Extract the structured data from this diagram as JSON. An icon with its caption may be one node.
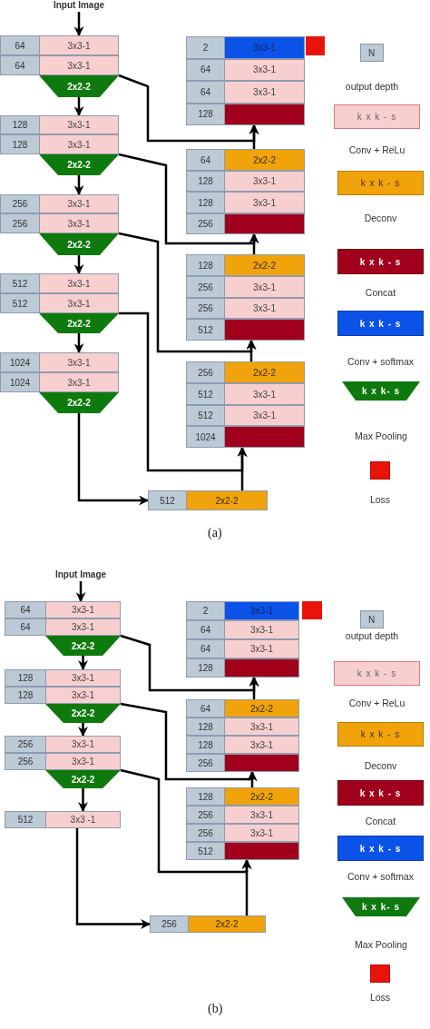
{
  "diagram": {
    "nodes": [
      {
        "text": [
          "Input Image"
        ]
      },
      {
        "text": [
          "64",
          "3x3-1"
        ]
      },
      {
        "text": [
          "64",
          "3x3-1"
        ]
      },
      {
        "text": [
          "2x2-2"
        ]
      },
      {
        "text": [
          "128",
          "3x3-1"
        ]
      },
      {
        "text": [
          "128",
          "3x3-1"
        ]
      },
      {
        "text": [
          "2x2-2"
        ]
      },
      {
        "text": [
          "256",
          "3x3-1"
        ]
      },
      {
        "text": [
          "256",
          "3x3-1"
        ]
      },
      {
        "text": [
          "2x2-2"
        ]
      },
      {
        "text": [
          "512",
          "3x3-1"
        ]
      },
      {
        "text": [
          "512",
          "3x3-1"
        ]
      },
      {
        "text": [
          "2x2-2"
        ]
      },
      {
        "text": [
          "1024",
          "3x3-1"
        ]
      },
      {
        "text": [
          "1024",
          "3x3-1"
        ]
      },
      {
        "text": [
          "2x2-2"
        ]
      },
      {
        "text": [
          "2",
          "3x3-1"
        ]
      },
      {
        "text": [
          "64",
          "3x3-1"
        ]
      },
      {
        "text": [
          "64",
          "3x3-1"
        ]
      },
      {
        "text": [
          "128"
        ]
      },
      {
        "text": [],
        "shape": "box"
      },
      {
        "text": [
          "64",
          "2x2-2"
        ]
      },
      {
        "text": [
          "128",
          "3x3-1"
        ]
      },
      {
        "text": [
          "128",
          "3x3-1"
        ]
      },
      {
        "text": [
          "256"
        ]
      },
      {
        "text": [
          "128",
          "2x2-2"
        ]
      },
      {
        "text": [
          "256",
          "3x3-1"
        ]
      },
      {
        "text": [
          "256",
          "3x3-1"
        ]
      },
      {
        "text": [
          "512"
        ]
      },
      {
        "text": [
          "256",
          "2x2-2"
        ]
      },
      {
        "text": [
          "512",
          "3x3-1"
        ]
      },
      {
        "text": [
          "512",
          "3x3-1"
        ]
      },
      {
        "text": [
          "1024"
        ]
      },
      {
        "text": [
          "512",
          "2x2-2"
        ]
      },
      {
        "text": [
          "Input Image"
        ]
      },
      {
        "text": [
          "64",
          "3x3-1"
        ]
      },
      {
        "text": [
          "64",
          "3x3-1"
        ]
      },
      {
        "text": [
          "2x2-2"
        ]
      },
      {
        "text": [
          "128",
          "3x3-1"
        ]
      },
      {
        "text": [
          "128",
          "3x3-1"
        ]
      },
      {
        "text": [
          "2x2-2"
        ]
      },
      {
        "text": [
          "256",
          "3x3-1"
        ]
      },
      {
        "text": [
          "256",
          "3x3-1"
        ]
      },
      {
        "text": [
          "2x2-2"
        ]
      },
      {
        "text": [
          "512",
          "3x3 -1"
        ]
      },
      {
        "text": [
          "2",
          "3x3-1"
        ]
      },
      {
        "text": [
          "64",
          "3x3-1"
        ]
      },
      {
        "text": [
          "64",
          "3x3-1"
        ]
      },
      {
        "text": [
          "128"
        ]
      },
      {
        "text": [],
        "shape": "box"
      },
      {
        "text": [
          "64",
          "2x2-2"
        ]
      },
      {
        "text": [
          "128",
          "3x3-1"
        ]
      },
      {
        "text": [
          "128",
          "3x3-1"
        ]
      },
      {
        "text": [
          "256"
        ]
      },
      {
        "text": [
          "128",
          "2x2-2"
        ]
      },
      {
        "text": [
          "256",
          "3x3-1"
        ]
      },
      {
        "text": [
          "256",
          "3x3-1"
        ]
      },
      {
        "text": [
          "512"
        ]
      },
      {
        "text": [
          "256",
          "2x2-2"
        ]
      }
    ],
    "edges": [
      {
        "from": 0,
        "to": 1,
        "arrow": "to"
      },
      {
        "from": 3,
        "to": 4,
        "arrow": "to"
      },
      {
        "from": 6,
        "to": 7,
        "arrow": "to"
      },
      {
        "from": 9,
        "to": 10,
        "arrow": "to"
      },
      {
        "from": 12,
        "to": 13,
        "arrow": "to"
      },
      {
        "from": 15,
        "to": 33,
        "arrow": "to"
      },
      {
        "from": 33,
        "to": 32,
        "arrow": "to"
      },
      {
        "from": 29,
        "to": 28,
        "arrow": "to"
      },
      {
        "from": 25,
        "to": 24,
        "arrow": "to"
      },
      {
        "from": 21,
        "to": 19,
        "arrow": "to"
      },
      {
        "from": 2,
        "to": 19,
        "arrow": "to"
      },
      {
        "from": 5,
        "to": 24,
        "arrow": "to"
      },
      {
        "from": 8,
        "to": 28,
        "arrow": "to"
      },
      {
        "from": 11,
        "to": 32,
        "arrow": "to"
      },
      {
        "from": 34,
        "to": 35,
        "arrow": "to"
      },
      {
        "from": 37,
        "to": 38,
        "arrow": "to"
      },
      {
        "from": 40,
        "to": 41,
        "arrow": "to"
      },
      {
        "from": 43,
        "to": 44,
        "arrow": "to"
      },
      {
        "from": 44,
        "to": 58,
        "arrow": "to"
      },
      {
        "from": 58,
        "to": 57,
        "arrow": "to"
      },
      {
        "from": 54,
        "to": 53,
        "arrow": "to"
      },
      {
        "from": 50,
        "to": 48,
        "arrow": "to"
      },
      {
        "from": 36,
        "to": 48,
        "arrow": "to"
      },
      {
        "from": 39,
        "to": 53,
        "arrow": "to"
      },
      {
        "from": 42,
        "to": 57,
        "arrow": "to"
      }
    ],
    "labels": [
      "N",
      "k x k - s",
      "k x k - s",
      "k x k - s",
      "k x k - s",
      "k x k- s",
      "(a)",
      "N",
      "k x k - s",
      "k x k - s",
      "k x k - s",
      "k x k - s",
      "k x k- s",
      "(b)"
    ],
    "legend": [
      {
        "text": "output depth",
        "color": "#bccad6"
      },
      {
        "text": "Conv + ReLu",
        "color": "#f8cfcf"
      },
      {
        "text": "Deconv",
        "color": "#f0a30a"
      },
      {
        "text": "Concat",
        "color": "#a0001c"
      },
      {
        "text": "Conv + softmax",
        "color": "#0a52e8"
      },
      {
        "text": "Max Pooling",
        "color": "#0e7a0e"
      },
      {
        "text": "Loss",
        "color": "#e8140c"
      },
      {
        "text": "output depth",
        "color": "#bccad6"
      },
      {
        "text": "Conv + ReLu",
        "color": "#f8cfcf"
      },
      {
        "text": "Deconv",
        "color": "#f0a30a"
      },
      {
        "text": "Concat",
        "color": "#a0001c"
      },
      {
        "text": "Conv + softmax",
        "color": "#0a52e8"
      },
      {
        "text": "Max Pooling",
        "color": "#0e7a0e"
      },
      {
        "text": "Loss",
        "color": "#e8140c"
      }
    ]
  }
}
